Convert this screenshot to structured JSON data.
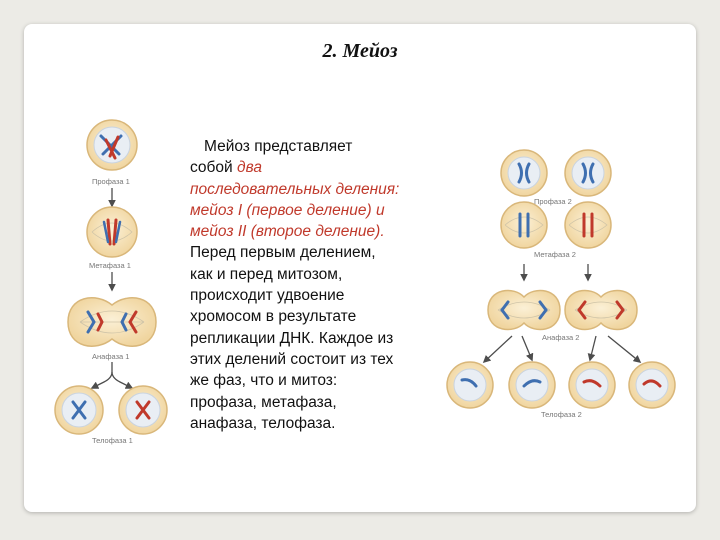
{
  "title": "2. Мейоз",
  "text": {
    "l1": "Мейоз представляет",
    "l2a": "собой ",
    "l2b": "два",
    "l3": "последовательных деления:",
    "l4": "мейоз I (первое деление) и",
    "l5": "мейоз II (второе деление).",
    "l6": "Перед первым делением,",
    "l7": "как и перед митозом,",
    "l8": "происходит удвоение",
    "l9": "хромосом в результате",
    "l10": "репликации ДНК. Каждое из",
    "l11": "этих делений состоит из тех",
    "l12": "же фаз, что и митоз:",
    "l13": "профаза, метафаза,",
    "l14": "анафаза, телофаза."
  },
  "meiosis1": {
    "prophase": "Профаза 1",
    "metaphase": "Метафаза 1",
    "anaphase": "Анафаза 1",
    "telophase": "Телофаза 1"
  },
  "meiosis2": {
    "prophase": "Профаза 2",
    "metaphase": "Метафаза 2",
    "anaphase": "Анафаза 2",
    "telophase": "Телофаза 2"
  },
  "colors": {
    "cell_fill": "#f4dfb3",
    "cell_border": "#d9b77a",
    "nucleus": "#e9eef4",
    "chrom_blue": "#3f6fb0",
    "chrom_red": "#c0392b",
    "arrow": "#4d4d4d"
  }
}
